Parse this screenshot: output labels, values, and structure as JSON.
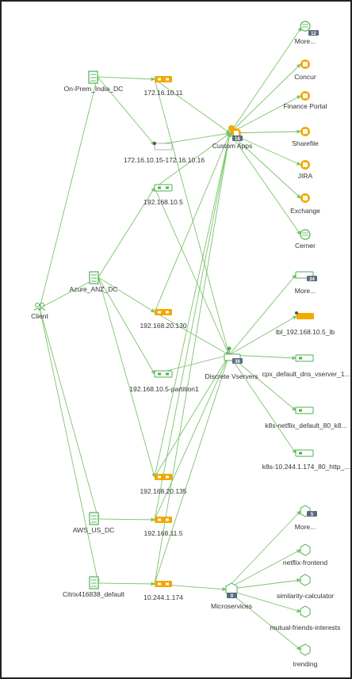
{
  "colors": {
    "edge": "#7cc36b",
    "green": "#4caf50",
    "orange": "#f2a900",
    "badge": "#5a6a7e"
  },
  "nodes": {
    "more_apps": {
      "label": "More...",
      "badge": "12"
    },
    "concur": {
      "label": "Concur"
    },
    "finance_portal": {
      "label": "Finance Portal"
    },
    "sharefile": {
      "label": "Sharefile"
    },
    "jira": {
      "label": "JIRA"
    },
    "exchange": {
      "label": "Exchange"
    },
    "cerner": {
      "label": "Cerner"
    },
    "custom_apps": {
      "label": "Custom Apps",
      "badge": "16"
    },
    "onprem_dc": {
      "label": "On-Prem_India_DC"
    },
    "ip_172_16_10_11": {
      "label": "172.16.10.11"
    },
    "ip_range_172": {
      "label": "172.16.10.15-172.16.10.16"
    },
    "ip_192_168_10_5": {
      "label": "192.168.10.5"
    },
    "azure_dc": {
      "label": "Azure_ANZ_DC"
    },
    "client": {
      "label": "Client"
    },
    "ip_192_168_20_130": {
      "label": "192.168.20.130"
    },
    "ip_192_168_10_5_p1": {
      "label": "192.168.10.5-partition1"
    },
    "ip_192_168_20_135": {
      "label": "192.168.20.135"
    },
    "aws_dc": {
      "label": "AWS_US_DC"
    },
    "ip_192_168_11_5": {
      "label": "192.168.11.5"
    },
    "citrix_default": {
      "label": "Citrix416838_default"
    },
    "ip_10_244_1_174": {
      "label": "10.244.1.174"
    },
    "more_vservers": {
      "label": "More...",
      "badge": "34"
    },
    "lbl_vserver": {
      "label": "lbl_192.168.10.5_lb"
    },
    "cpx_dns": {
      "label": "cpx_default_dns_vserver_1..."
    },
    "discrete_vservers": {
      "label": "Discrete Vservers",
      "badge": "38"
    },
    "k8s_netflix": {
      "label": "k8s-netflix_default_80_k8..."
    },
    "k8s_ip": {
      "label": "k8s-10.244.1.174_80_http_..."
    },
    "more_ms": {
      "label": "More...",
      "badge": "5"
    },
    "netflix_frontend": {
      "label": "netflix-frontend"
    },
    "similarity_calc": {
      "label": "similarity-calculator"
    },
    "microservices": {
      "label": "Microservices",
      "badge": "0"
    },
    "mutual_friends": {
      "label": "mutual-friends-interests"
    },
    "trending": {
      "label": "trending"
    }
  }
}
